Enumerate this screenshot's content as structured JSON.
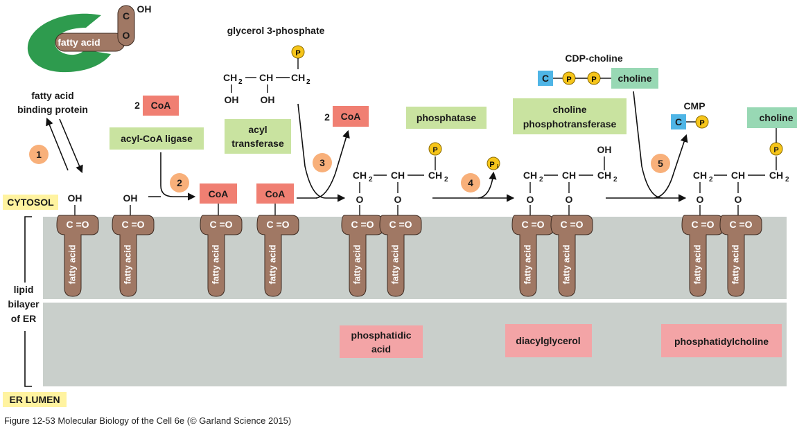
{
  "caption": "Figure 12-53  Molecular Biology of the Cell 6e (© Garland Science 2015)",
  "labels": {
    "fatty_acid": "fatty acid",
    "fatty_acid_binding_protein_1": "fatty acid",
    "fatty_acid_binding_protein_2": "binding protein",
    "cytosol": "CYTOSOL",
    "er_lumen": "ER LUMEN",
    "lipid_bilayer_1": "lipid",
    "lipid_bilayer_2": "bilayer",
    "lipid_bilayer_3": "of ER",
    "glycerol_3_phosphate": "glycerol 3-phosphate",
    "cdp_choline": "CDP-choline",
    "cmp": "CMP",
    "coa": "CoA",
    "two": "2",
    "oh": "OH",
    "o": "O",
    "c": "C",
    "p": "P",
    "pi": "P",
    "pi_sub": "i",
    "ch2": "CH",
    "ch": "CH",
    "sub2": "2",
    "carbonyl": "C =O",
    "carboxyl_oh": "OH"
  },
  "enzymes": {
    "acyl_coa_ligase": "acyl-CoA ligase",
    "acyl_transferase_1": "acyl",
    "acyl_transferase_2": "transferase",
    "phosphatase": "phosphatase",
    "choline_phosphotransferase_1": "choline",
    "choline_phosphotransferase_2": "phosphotransferase"
  },
  "choline_label": "choline",
  "products": {
    "phosphatidic_acid_1": "phosphatidic",
    "phosphatidic_acid_2": "acid",
    "diacylglycerol": "diacylglycerol",
    "phosphatidylcholine": "phosphatidylcholine"
  },
  "steps": [
    "1",
    "2",
    "3",
    "4",
    "5"
  ],
  "colors": {
    "fatty_acid_tail": "#a07864",
    "binding_protein": "#2e9b4e",
    "enzyme_box": "#c9e3a0",
    "coa_box": "#f07f72",
    "product_box": "#f3a4a6",
    "membrane": "#c9cfcb",
    "phosphate": "#f6c51a",
    "cytidine": "#4fb5e6",
    "choline_box": "#98d8b4",
    "step_circle": "#f8b07a",
    "compartment_label": "#fff3a0"
  }
}
